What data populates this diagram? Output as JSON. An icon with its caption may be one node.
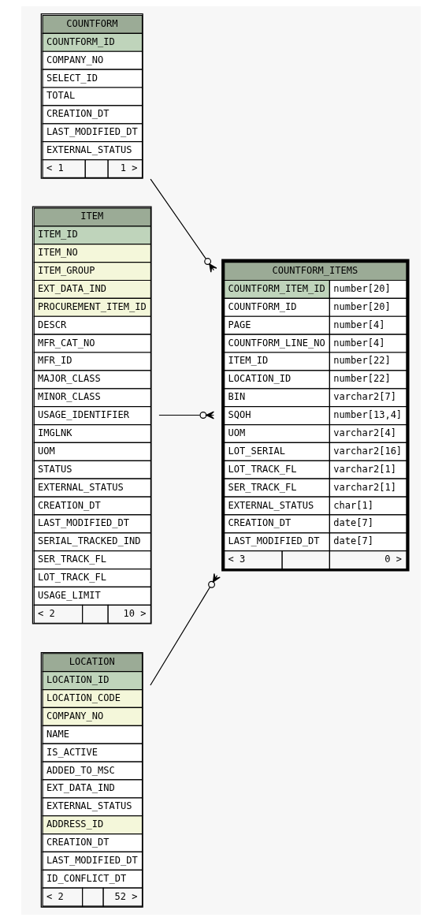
{
  "diagram": {
    "nodes": [
      {
        "text": [
          "COUNTFORM",
          "COUNTFORM_ID",
          "COMPANY_NO",
          "SELECT_ID",
          "TOTAL",
          "CREATION_DT",
          "LAST_MODIFIED_DT",
          "EXTERNAL_STATUS",
          "< 1",
          "1 >"
        ]
      },
      {
        "text": [
          "ITEM",
          "ITEM_ID",
          "ITEM_NO",
          "ITEM_GROUP",
          "EXT_DATA_IND",
          "PROCUREMENT_ITEM_ID",
          "DESCR",
          "MFR_CAT_NO",
          "MFR_ID",
          "MAJOR_CLASS",
          "MINOR_CLASS",
          "USAGE_IDENTIFIER",
          "IMGLNK",
          "UOM",
          "STATUS",
          "EXTERNAL_STATUS",
          "CREATION_DT",
          "LAST_MODIFIED_DT",
          "SERIAL_TRACKED_IND",
          "SER_TRACK_FL",
          "LOT_TRACK_FL",
          "USAGE_LIMIT",
          "< 2",
          "10 >"
        ]
      },
      {
        "text": [
          "LOCATION",
          "LOCATION_ID",
          "LOCATION_CODE",
          "COMPANY_NO",
          "NAME",
          "IS_ACTIVE",
          "ADDED_TO_MSC",
          "EXT_DATA_IND",
          "EXTERNAL_STATUS",
          "ADDRESS_ID",
          "CREATION_DT",
          "LAST_MODIFIED_DT",
          "ID_CONFLICT_DT",
          "< 2",
          "52 >"
        ]
      },
      {
        "text": [
          "COUNTFORM_ITEMS",
          "COUNTFORM_ITEM_ID",
          "number[20]",
          "COUNTFORM_ID",
          "number[20]",
          "PAGE",
          "number[4]",
          "COUNTFORM_LINE_NO",
          "number[4]",
          "ITEM_ID",
          "number[22]",
          "LOCATION_ID",
          "number[22]",
          "BIN",
          "varchar2[7]",
          "SQOH",
          "number[13,4]",
          "UOM",
          "varchar2[4]",
          "LOT_SERIAL",
          "varchar2[16]",
          "LOT_TRACK_FL",
          "varchar2[1]",
          "SER_TRACK_FL",
          "varchar2[1]",
          "EXTERNAL_STATUS",
          "char[1]",
          "CREATION_DT",
          "date[7]",
          "LAST_MODIFIED_DT",
          "date[7]",
          "< 3",
          "0 >"
        ]
      }
    ],
    "edges": [
      {
        "from": 0,
        "to": 3,
        "arrow": "other"
      },
      {
        "from": 1,
        "to": 3,
        "arrow": "other"
      },
      {
        "from": 2,
        "to": 3,
        "arrow": "other"
      }
    ]
  }
}
